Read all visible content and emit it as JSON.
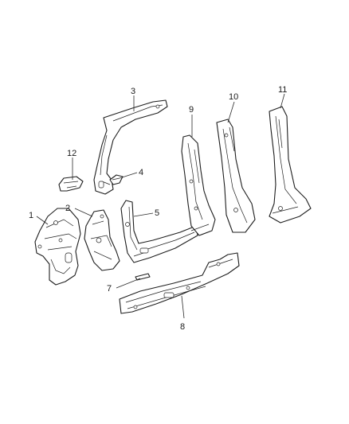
{
  "callouts": [
    {
      "id": "c1",
      "label": "1"
    },
    {
      "id": "c2",
      "label": "2"
    },
    {
      "id": "c3",
      "label": "3"
    },
    {
      "id": "c4",
      "label": "4"
    },
    {
      "id": "c5",
      "label": "5"
    },
    {
      "id": "c7",
      "label": "7"
    },
    {
      "id": "c8",
      "label": "8"
    },
    {
      "id": "c9",
      "label": "9"
    },
    {
      "id": "c10",
      "label": "10"
    },
    {
      "id": "c11",
      "label": "11"
    },
    {
      "id": "c12",
      "label": "12"
    }
  ]
}
